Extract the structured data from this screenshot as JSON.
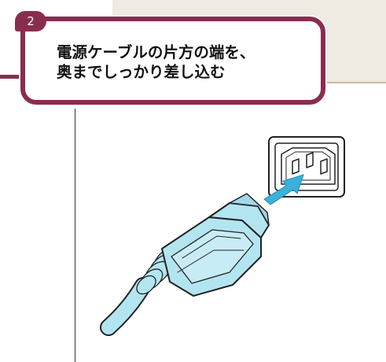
{
  "step": {
    "number": "2",
    "instruction_lines": [
      "電源ケーブルの片方の端を、",
      "奥までしっかり差し込む"
    ]
  },
  "colors": {
    "accent": "#8a2c4f",
    "panel": "#efeae2",
    "plug": "#b3e5f0",
    "arrow": "#3bb0d8"
  },
  "icons": [
    "power-inlet-icon",
    "insert-arrow-icon",
    "power-plug-icon"
  ]
}
